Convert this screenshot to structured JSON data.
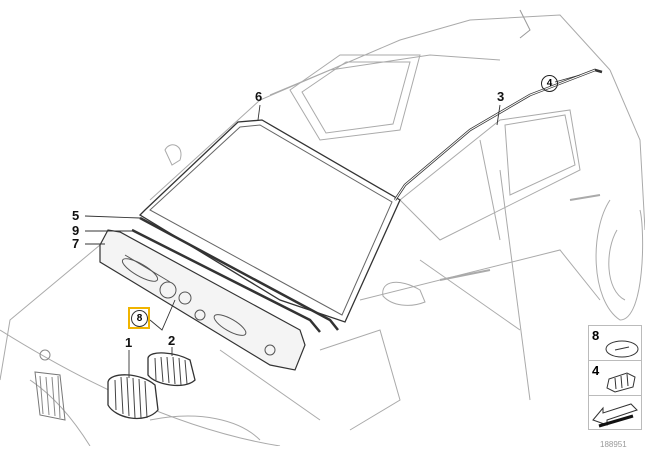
{
  "diagram": {
    "callouts": {
      "c1": "1",
      "c2": "2",
      "c3": "3",
      "c4": "4",
      "c5": "5",
      "c6": "6",
      "c7": "7",
      "c8": "8",
      "c9": "9"
    },
    "legend": [
      {
        "number": "8",
        "icon": "cap-icon"
      },
      {
        "number": "4",
        "icon": "clip-icon"
      },
      {
        "number": "",
        "icon": "arrow-icon"
      }
    ],
    "image_number": "188951",
    "highlight_color": "#f0b400"
  }
}
